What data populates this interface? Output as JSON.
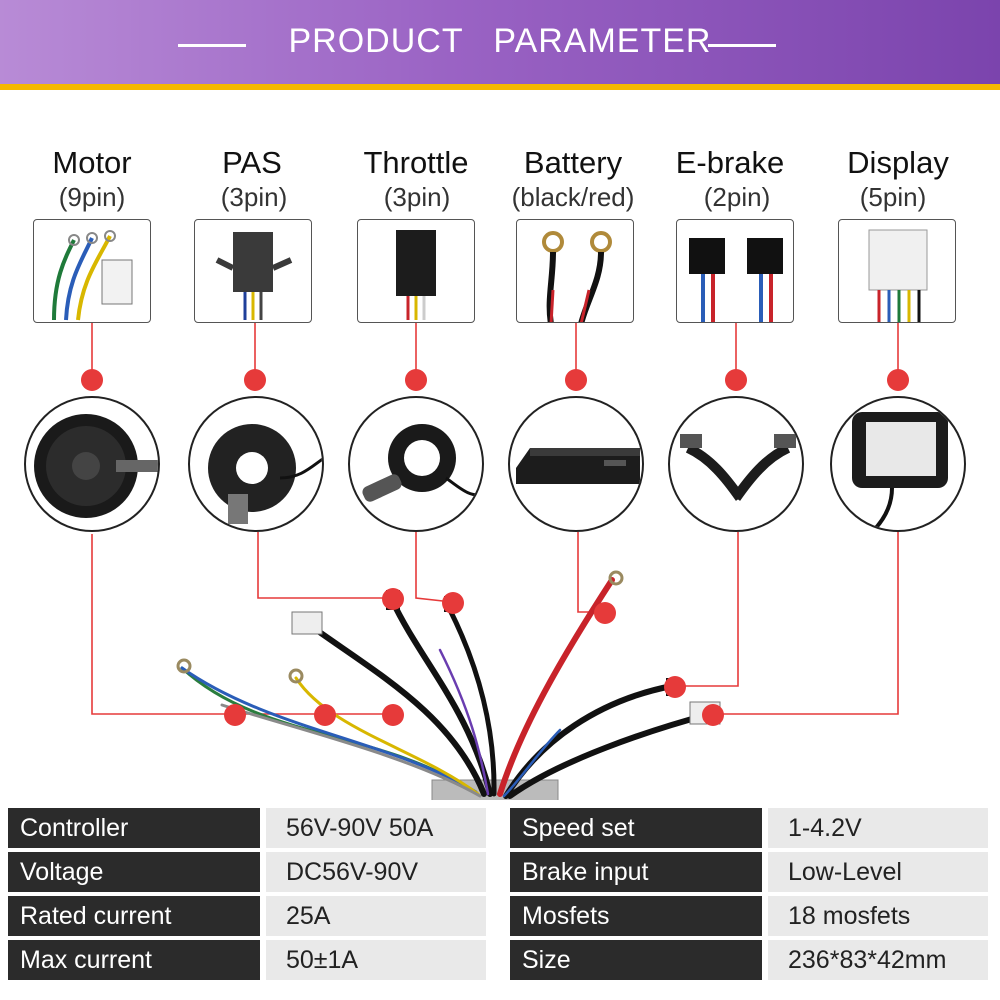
{
  "header": {
    "title": "PRODUCT PARAMETER"
  },
  "connectors": [
    {
      "id": "motor",
      "name": "Motor",
      "pins": "(9pin)",
      "icon": "motor-hub-icon"
    },
    {
      "id": "pas",
      "name": "PAS",
      "pins": "(3pin)",
      "icon": "pas-sensor-icon"
    },
    {
      "id": "throttle",
      "name": "Throttle",
      "pins": "(3pin)",
      "icon": "thumb-throttle-icon"
    },
    {
      "id": "battery",
      "name": "Battery",
      "pins": "(black/red)",
      "icon": "battery-pack-icon"
    },
    {
      "id": "ebrake",
      "name": "E-brake",
      "pins": "(2pin)",
      "icon": "brake-lever-icon"
    },
    {
      "id": "display",
      "name": "Display",
      "pins": "(5pin)",
      "icon": "lcd-display-icon"
    }
  ],
  "colors": {
    "accent_red": "#e63a3a",
    "header_purple": "#9a63c4",
    "header_stripe": "#f5b800",
    "table_key_bg": "#2b2b2b",
    "table_value_bg": "#e9e9e9"
  },
  "specs": {
    "left": [
      {
        "key": "Controller",
        "value": "56V-90V 50A"
      },
      {
        "key": "Voltage",
        "value": "DC56V-90V"
      },
      {
        "key": "Rated current",
        "value": "25A"
      },
      {
        "key": "Max current",
        "value": "50±1A"
      }
    ],
    "right": [
      {
        "key": "Speed set",
        "value": "1-4.2V"
      },
      {
        "key": "Brake input",
        "value": "Low-Level"
      },
      {
        "key": "Mosfets",
        "value": "18 mosfets"
      },
      {
        "key": "Size",
        "value": "236*83*42mm"
      }
    ]
  }
}
